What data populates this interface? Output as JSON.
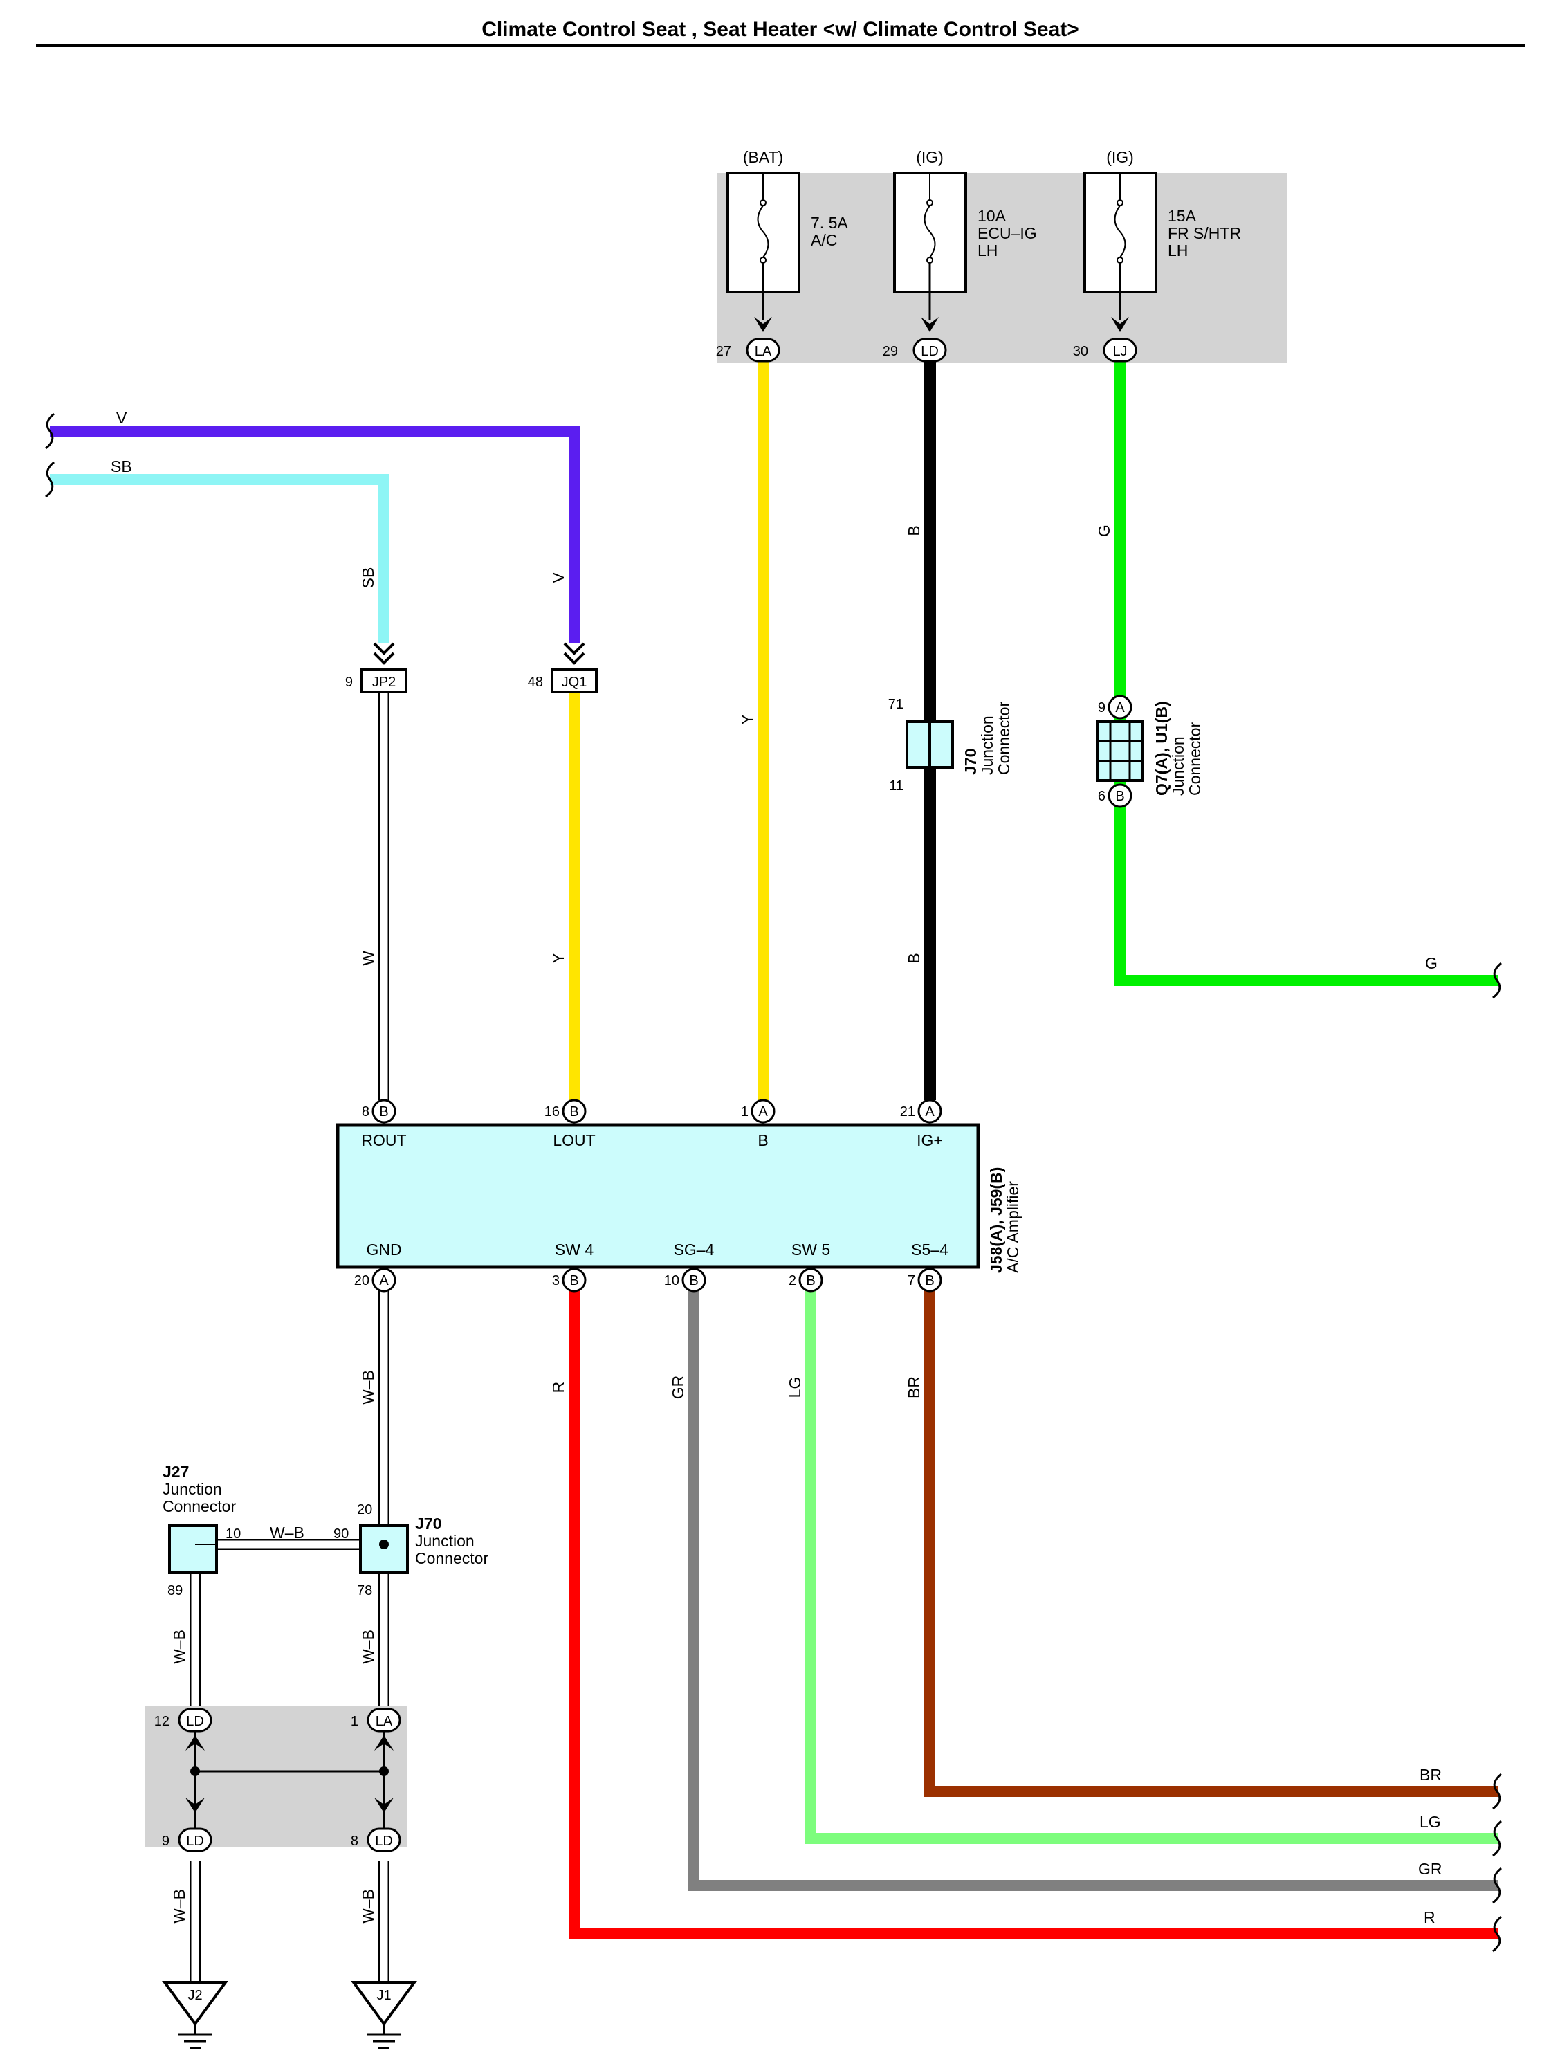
{
  "title": "Climate Control Seat , Seat Heater <w/ Climate Control Seat>",
  "fuses": [
    {
      "source": "(BAT)",
      "rating": "7. 5A",
      "name1": "A/C",
      "name2": "",
      "pin": "27",
      "conn": "LA"
    },
    {
      "source": "(IG)",
      "rating": "10A",
      "name1": "ECU–IG",
      "name2": "LH",
      "pin": "29",
      "conn": "LD"
    },
    {
      "source": "(IG)",
      "rating": "15A",
      "name1": "FR S/HTR",
      "name2": "LH",
      "pin": "30",
      "conn": "LJ"
    }
  ],
  "wire_colors": {
    "V": "#5b1ef0",
    "SB": "#8ef5f5",
    "Y": "#ffe500",
    "B": "#000000",
    "G": "#00f000",
    "W": "#ffffff",
    "R": "#ff0000",
    "GR": "#808080",
    "LG": "#7dfd7d",
    "BR": "#9b3000",
    "WB": "#ffffff"
  },
  "wire_labels": {
    "V": "V",
    "SB": "SB",
    "Y": "Y",
    "B": "B",
    "G": "G",
    "W": "W",
    "R": "R",
    "GR": "GR",
    "LG": "LG",
    "BR": "BR",
    "WB": "W–B"
  },
  "connectors": {
    "jp2": {
      "name": "JP2",
      "pin": "9"
    },
    "jq1": {
      "name": "JQ1",
      "pin": "48"
    },
    "j70_top": {
      "name": "J70",
      "label1": "Junction",
      "label2": "Connector",
      "pin_top": "71",
      "pin_bot": "11"
    },
    "q7": {
      "name": "Q7(A), U1(B)",
      "label1": "Junction",
      "label2": "Connector",
      "pin_top": "9",
      "pin_top_id": "A",
      "pin_bot": "6",
      "pin_bot_id": "B"
    },
    "j27": {
      "name": "J27",
      "label1": "Junction",
      "label2": "Connector",
      "pin_right": "10",
      "pin_bot": "89"
    },
    "j70_bot": {
      "name": "J70",
      "label1": "Junction",
      "label2": "Connector",
      "pin_top": "20",
      "pin_left": "90",
      "pin_bot": "78"
    }
  },
  "amplifier": {
    "name": "J58(A), J59(B)",
    "desc": "A/C Amplifier",
    "top_pins": [
      {
        "num": "8",
        "id": "B",
        "label": "ROUT"
      },
      {
        "num": "16",
        "id": "B",
        "label": "LOUT"
      },
      {
        "num": "1",
        "id": "A",
        "label": "B"
      },
      {
        "num": "21",
        "id": "A",
        "label": "IG+"
      }
    ],
    "bottom_pins": [
      {
        "num": "20",
        "id": "A",
        "label": "GND"
      },
      {
        "num": "3",
        "id": "B",
        "label": "SW 4"
      },
      {
        "num": "10",
        "id": "B",
        "label": "SG–4"
      },
      {
        "num": "2",
        "id": "B",
        "label": "SW 5"
      },
      {
        "num": "7",
        "id": "B",
        "label": "S5–4"
      }
    ]
  },
  "ground_block": {
    "top": [
      {
        "num": "12",
        "id": "LD"
      },
      {
        "num": "1",
        "id": "LA"
      }
    ],
    "bottom": [
      {
        "num": "9",
        "id": "LD"
      },
      {
        "num": "8",
        "id": "LD"
      }
    ]
  },
  "grounds": [
    "J2",
    "J1"
  ]
}
